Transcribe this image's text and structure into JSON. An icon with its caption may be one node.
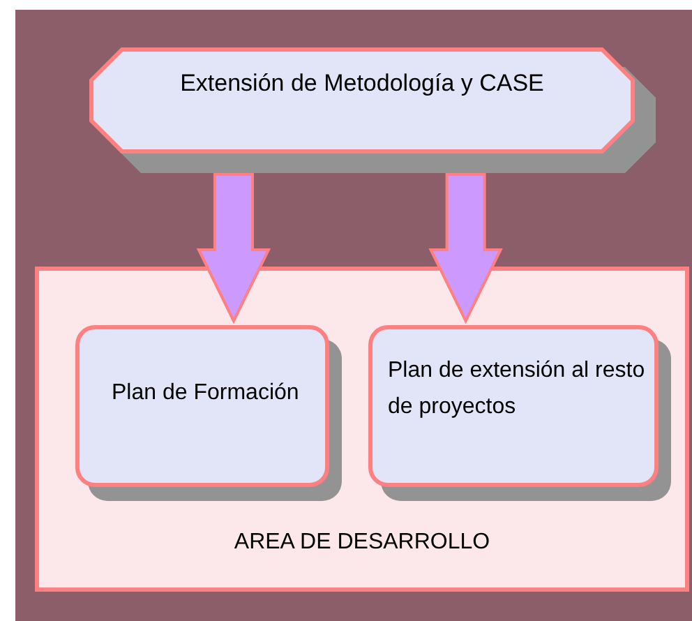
{
  "diagram": {
    "nodes": [
      {
        "text": [
          "Extensión de Metodología y CASE"
        ]
      },
      {
        "text": [
          "AREA DE DESARROLLO"
        ]
      },
      {
        "text": [
          "Plan de Formación"
        ],
        "in": 1
      },
      {
        "text": [
          "Plan de extensión al resto de proyectos"
        ],
        "in": 1
      }
    ],
    "edges": [
      {
        "from": 0,
        "to": 2,
        "arrow": "to",
        "style": "thick"
      },
      {
        "from": 0,
        "to": 3,
        "arrow": "to",
        "style": "thick"
      }
    ]
  }
}
